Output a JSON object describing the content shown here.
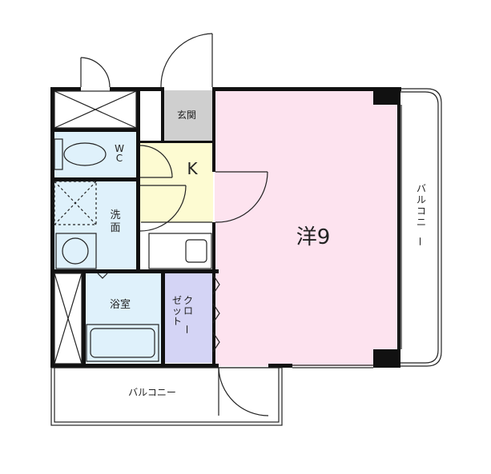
{
  "rooms": {
    "western": "洋9",
    "kitchen": "K",
    "entrance": "玄関",
    "wc": "W\nC",
    "washroom": "洗\n面",
    "bathroom": "浴室",
    "closet": "クロー\nゼット"
  },
  "balcony_right": "バルコニー",
  "balcony_bottom": "バルコニー",
  "colors": {
    "western_room": "#fde3ef",
    "kitchen": "#fdfbd2",
    "wet_area": "#dff1fb",
    "closet": "#d4d4f5",
    "entrance": "#cfcfcf",
    "wall": "#111111"
  }
}
